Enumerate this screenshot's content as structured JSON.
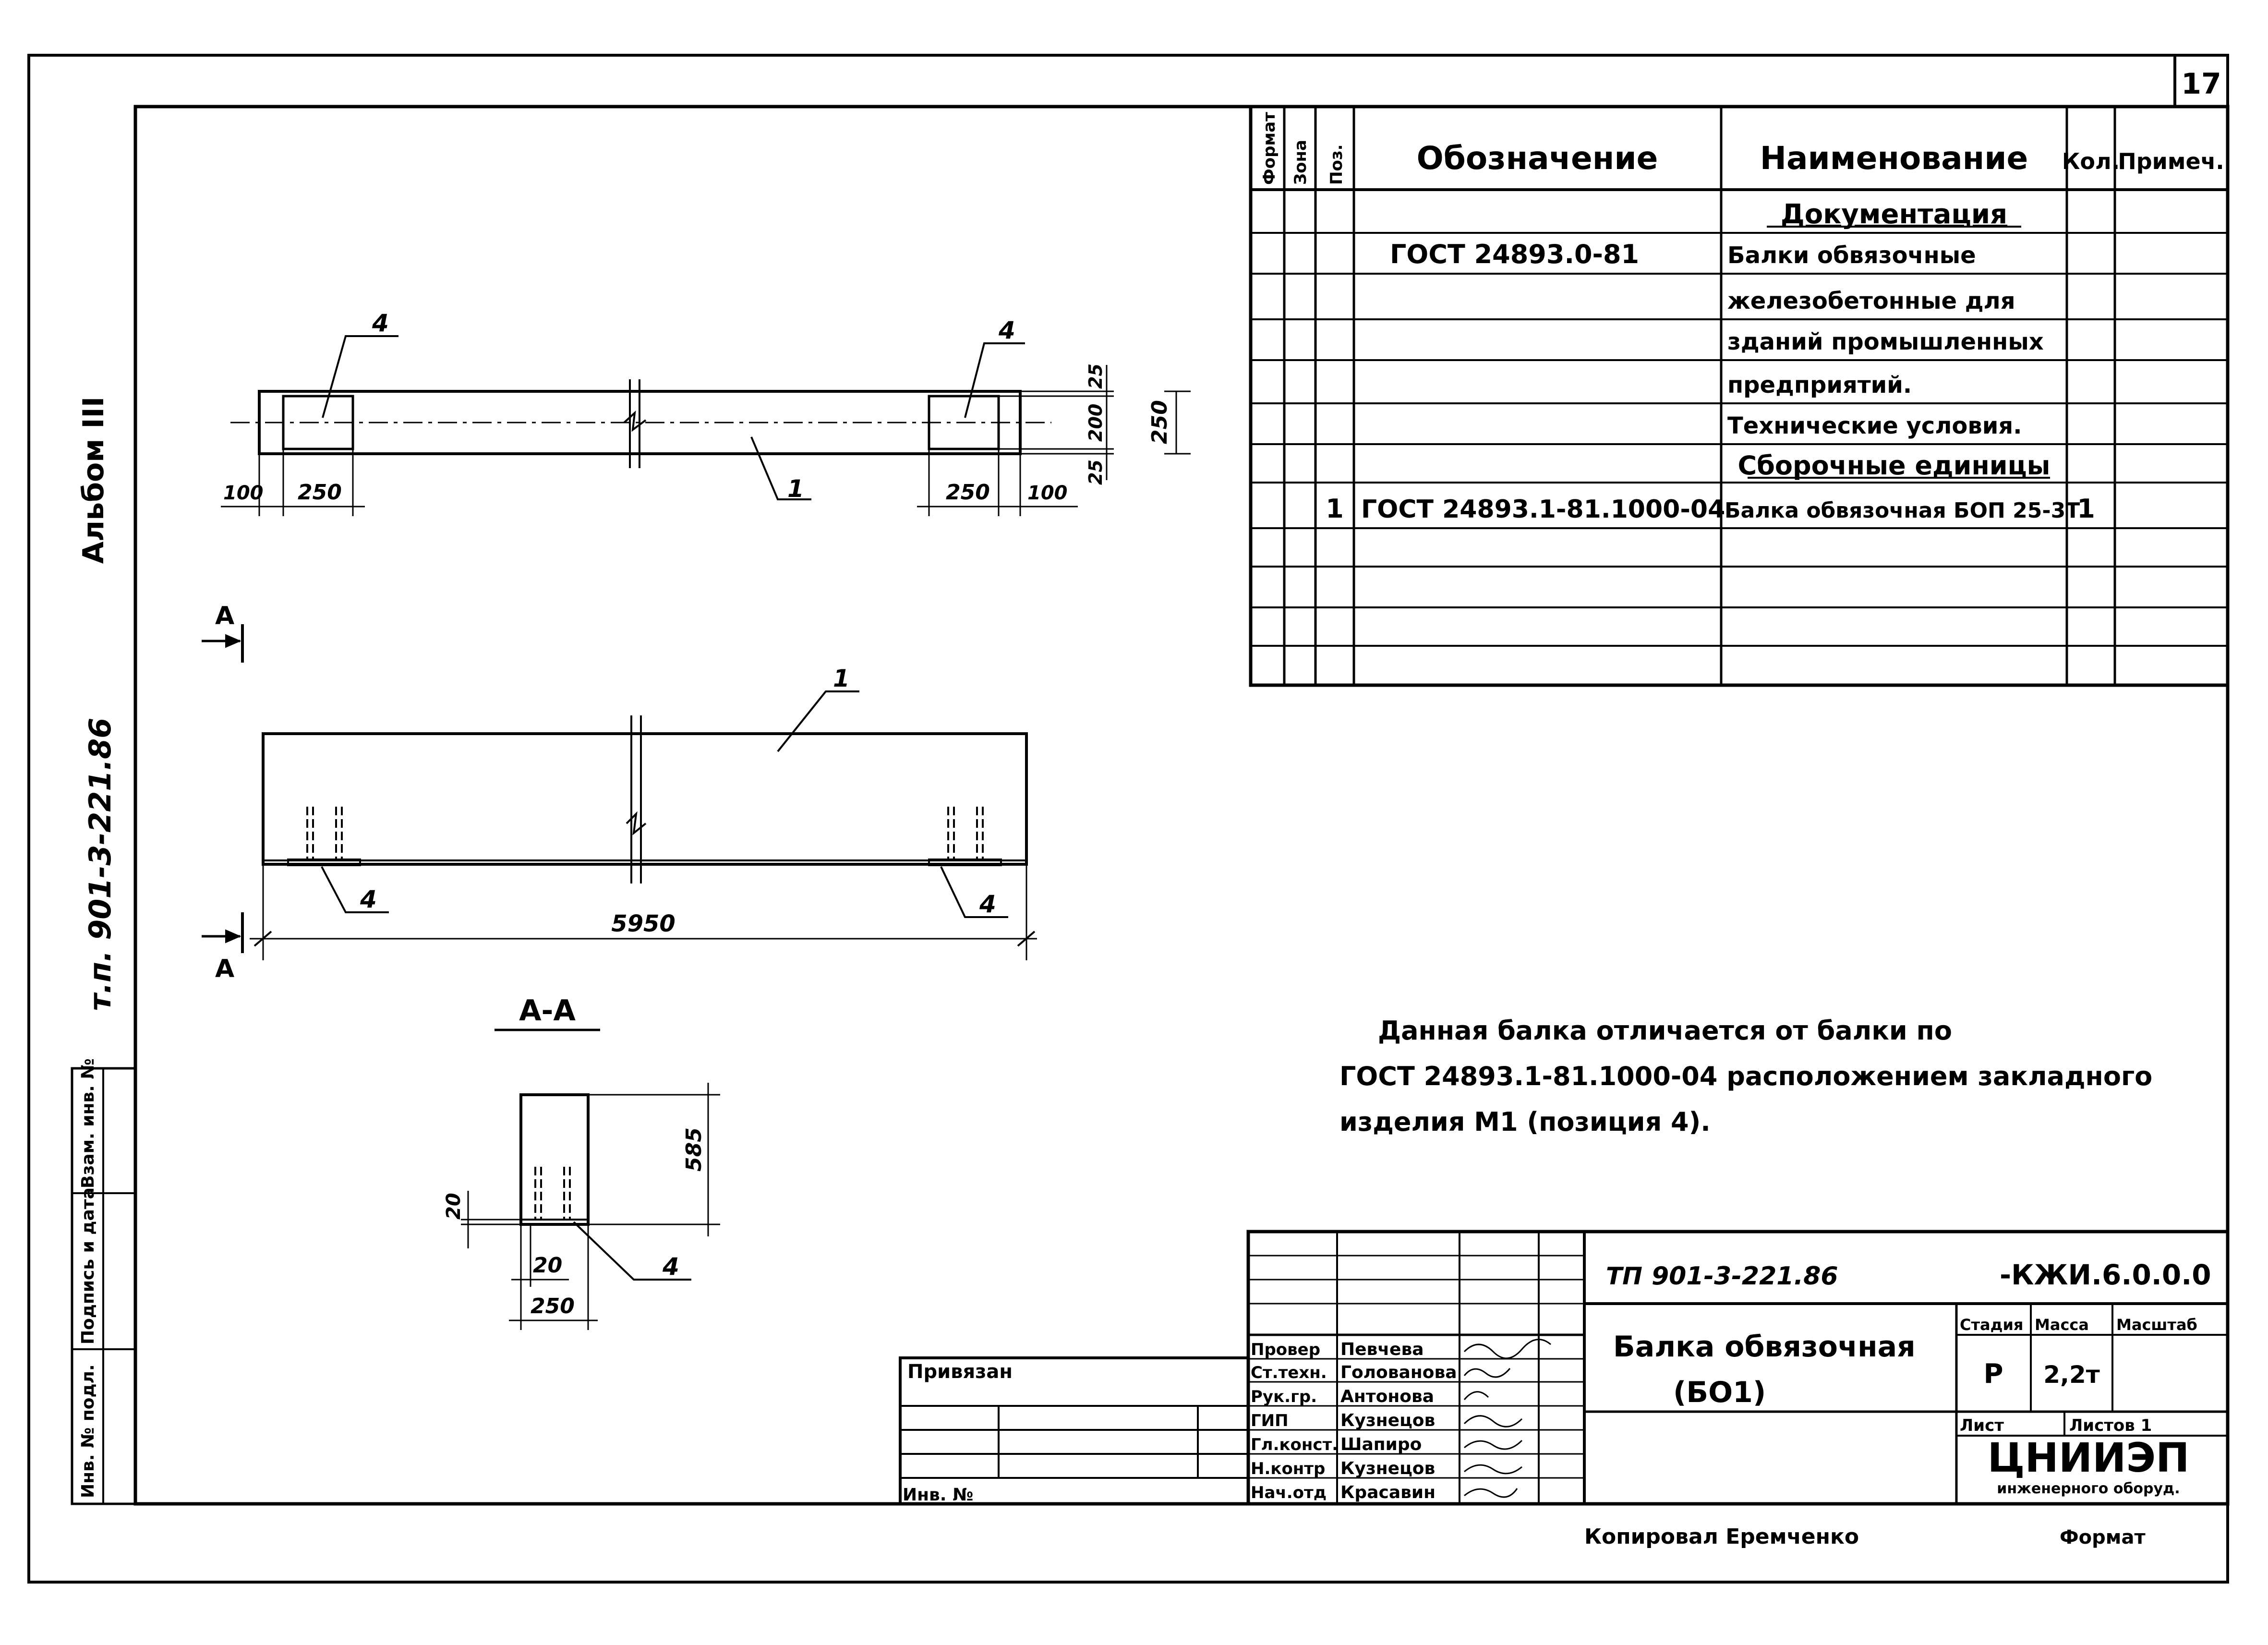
{
  "sheet": {
    "number": "17",
    "album": "Альбом III",
    "project_side": "т.п. 901-3-221.86",
    "left_strip": [
      "Инв. № подл.",
      "Подпись и дата",
      "Взам. инв. №"
    ]
  },
  "spec_table": {
    "headers": {
      "format": "Формат",
      "zone": "Зона",
      "pos": "Поз.",
      "designation": "Обозначение",
      "name": "Наименование",
      "qty": "Кол.",
      "note": "Примеч."
    },
    "rows": [
      {
        "pos": "",
        "designation": "",
        "name": "Документация",
        "qty": ""
      },
      {
        "pos": "",
        "designation": "ГОСТ 24893.0-81",
        "name": "Балки обвязочные",
        "qty": ""
      },
      {
        "pos": "",
        "designation": "",
        "name": "железобетонные для",
        "qty": ""
      },
      {
        "pos": "",
        "designation": "",
        "name": "зданий промышленных",
        "qty": ""
      },
      {
        "pos": "",
        "designation": "",
        "name": "предприятий.",
        "qty": ""
      },
      {
        "pos": "",
        "designation": "",
        "name": "Технические условия.",
        "qty": ""
      },
      {
        "pos": "",
        "designation": "",
        "name": "Сборочные единицы",
        "qty": ""
      },
      {
        "pos": "1",
        "designation": "ГОСТ 24893.1-81.1000-04",
        "name": "Балка обвязочная БОП 25-3Т",
        "qty": "1"
      }
    ]
  },
  "drawing": {
    "plan_labels": {
      "pos_left": "4",
      "pos_right": "4",
      "pos_beam": "1"
    },
    "plan_dims": {
      "d100_left": "100",
      "d250_left": "250",
      "d250_right": "250",
      "d100_right": "100",
      "d25_top": "25",
      "d200": "200",
      "d25_bot": "25",
      "d250_total": "250"
    },
    "elev_labels": {
      "pos_beam": "1",
      "pos_left": "4",
      "pos_right": "4",
      "length": "5950",
      "cut_top": "А",
      "cut_bottom": "А"
    },
    "section": {
      "title": "А-А",
      "h585": "585",
      "d20_side": "20",
      "d20": "20",
      "d250": "250",
      "pos": "4"
    }
  },
  "note": {
    "line1": "Данная балка отличается от балки по",
    "line2": "ГОСТ 24893.1-81.1000-04 расположением закладного",
    "line3": "изделия М1 (позиция 4)."
  },
  "title_block": {
    "code_prefix": "ТП",
    "code": "901-3-221.86",
    "suffix": "-КЖИ.6.0.0.0",
    "title_line1": "Балка обвязочная",
    "title_line2": "(БО1)",
    "stage_h": "Стадия",
    "mass_h": "Масса",
    "scale_h": "Масштаб",
    "stage": "Р",
    "mass": "2,2т",
    "sheet_h": "Лист",
    "sheets_h": "Листов 1",
    "org": "ЦНИИЭП",
    "org_sub": "инженерного оборуд.",
    "privyazan": "Привязан",
    "inv": "Инв. №",
    "roles": [
      {
        "role": "Провер",
        "name": "Певчева"
      },
      {
        "role": "Ст.техн.",
        "name": "Голованова"
      },
      {
        "role": "Рук.гр.",
        "name": "Антонова"
      },
      {
        "role": "ГИП",
        "name": "Кузнецов"
      },
      {
        "role": "Гл.конст.",
        "name": "Шапиро"
      },
      {
        "role": "Н.контр",
        "name": "Кузнецов"
      },
      {
        "role": "Нач.отд",
        "name": "Красавин"
      }
    ]
  },
  "footer": {
    "copied": "Копировал Еремченко",
    "format": "Формат"
  }
}
